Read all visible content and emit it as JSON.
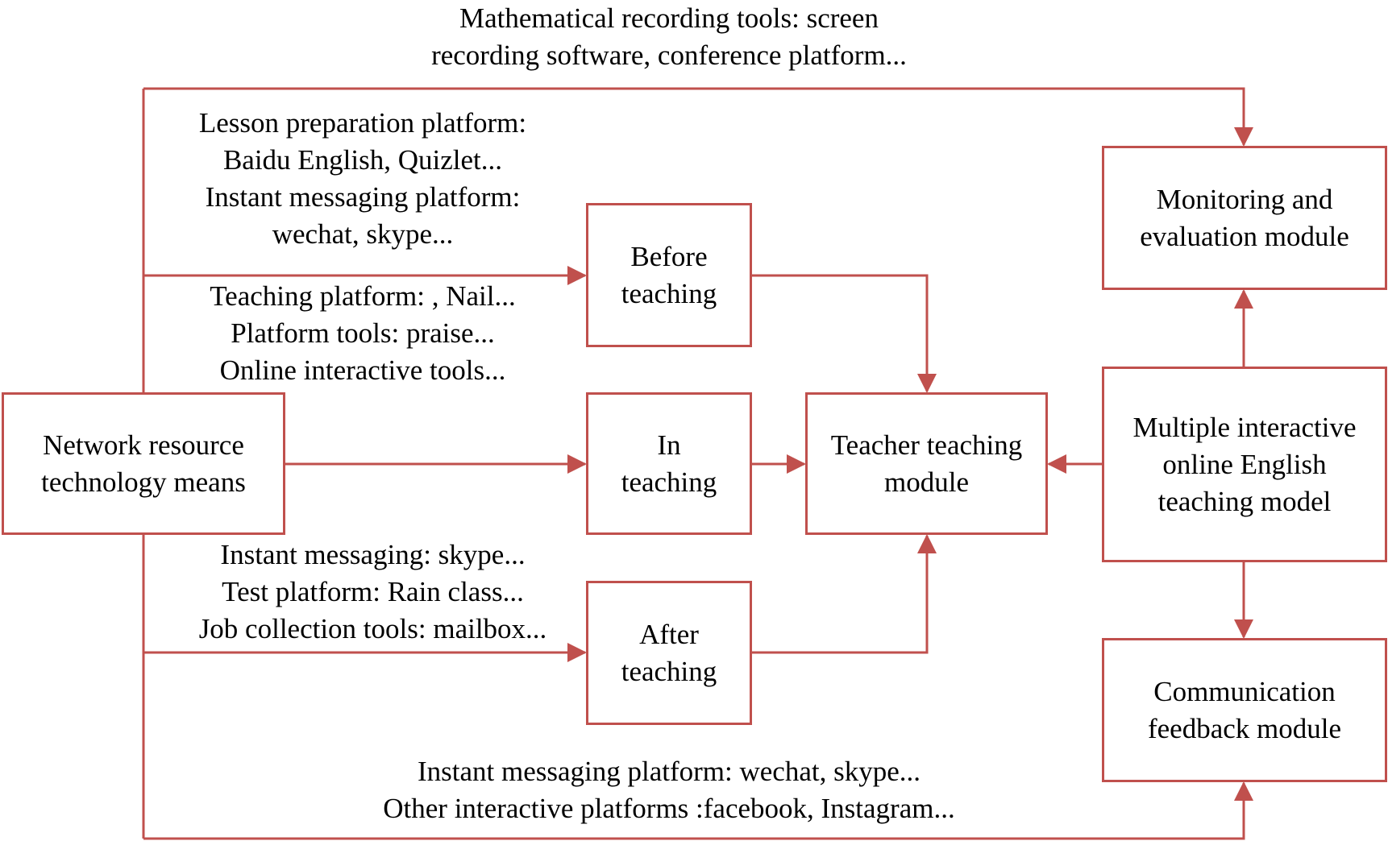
{
  "diagram": {
    "colors": {
      "line": "#c0504d",
      "text": "#000000",
      "background": "#ffffff"
    },
    "nodes": {
      "network": {
        "lines": [
          "Network resource",
          "technology means"
        ]
      },
      "before": {
        "lines": [
          "Before",
          "teaching"
        ]
      },
      "in": {
        "lines": [
          "In",
          "teaching"
        ]
      },
      "after": {
        "lines": [
          "After",
          "teaching"
        ]
      },
      "teacher": {
        "lines": [
          "Teacher teaching",
          "module"
        ]
      },
      "model": {
        "lines": [
          "Multiple interactive",
          "online English",
          "teaching model"
        ]
      },
      "monitoring": {
        "lines": [
          "Monitoring and",
          "evaluation module"
        ]
      },
      "communication": {
        "lines": [
          "Communication",
          "feedback module"
        ]
      }
    },
    "annotations": {
      "top": [
        "Mathematical recording tools: screen",
        "recording software, conference platform..."
      ],
      "before": [
        "Lesson preparation platform:",
        "Baidu English, Quizlet...",
        "Instant messaging platform:",
        "wechat, skype..."
      ],
      "in": [
        "Teaching platform: , Nail...",
        "Platform tools: praise...",
        "Online interactive tools..."
      ],
      "after": [
        "Instant messaging: skype...",
        "Test platform: Rain class...",
        "Job collection tools: mailbox..."
      ],
      "bottom": [
        "Instant messaging platform: wechat, skype...",
        "Other interactive platforms :facebook, Instagram..."
      ]
    },
    "edges": [
      {
        "from": "network",
        "to": "monitoring",
        "label": "top"
      },
      {
        "from": "network",
        "to": "before",
        "label": "before"
      },
      {
        "from": "network",
        "to": "in",
        "label": "in"
      },
      {
        "from": "network",
        "to": "after",
        "label": "after"
      },
      {
        "from": "network",
        "to": "communication",
        "label": "bottom"
      },
      {
        "from": "before",
        "to": "teacher"
      },
      {
        "from": "in",
        "to": "teacher"
      },
      {
        "from": "after",
        "to": "teacher"
      },
      {
        "from": "model",
        "to": "teacher"
      },
      {
        "from": "model",
        "to": "monitoring"
      },
      {
        "from": "model",
        "to": "communication"
      }
    ]
  }
}
